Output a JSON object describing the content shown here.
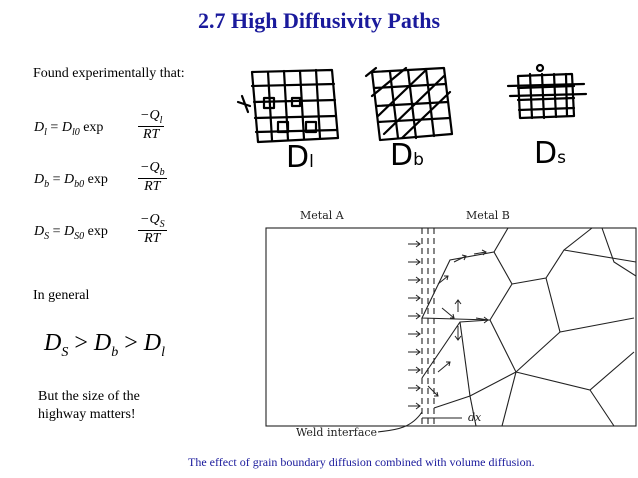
{
  "title": "2.7 High Diffusivity Paths",
  "intro": "Found experimentally that:",
  "equations": [
    {
      "lhs": "D",
      "lhs_sub": "l",
      "rhs": "D",
      "rhs_sub": "l0",
      "func": "exp",
      "num": "−Q",
      "num_sub": "l",
      "den": "RT",
      "eq": "="
    },
    {
      "lhs": "D",
      "lhs_sub": "b",
      "rhs": "D",
      "rhs_sub": "b0",
      "func": "exp",
      "num": "−Q",
      "num_sub": "b",
      "den": "RT",
      "eq": "="
    },
    {
      "lhs": "D",
      "lhs_sub": "S",
      "rhs": "D",
      "rhs_sub": "S0",
      "func": "exp",
      "num": "−Q",
      "num_sub": "S",
      "den": "RT",
      "eq": "="
    }
  ],
  "general_label": "In general",
  "inequality": {
    "a": "D",
    "a_sub": "S",
    "b": "D",
    "b_sub": "b",
    "c": "D",
    "c_sub": "l",
    "op": ">"
  },
  "note_line1": "But the size of the",
  "note_line2": "highway matters!",
  "sketches": {
    "lattice_label": "D",
    "lattice_sub": "l",
    "boundary_label": "D",
    "boundary_sub": "b",
    "surface_label": "D",
    "surface_sub": "s"
  },
  "diagram": {
    "metal_a": "Metal A",
    "metal_b": "Metal B",
    "weld_interface": "Weld interface",
    "dx": "dx"
  },
  "caption": "The effect of grain boundary diffusion combined with volume diffusion."
}
